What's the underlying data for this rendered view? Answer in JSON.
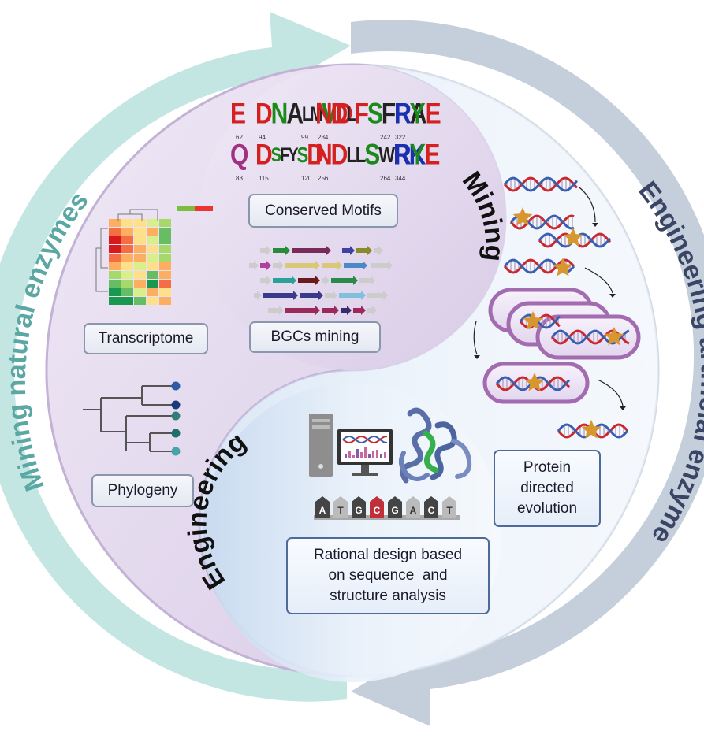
{
  "outer_labels": {
    "left": "Mining natural enzymes",
    "right": "Engineering artificial enzyme"
  },
  "inner_labels": {
    "mining": "Mining",
    "engineering": "Engineering"
  },
  "boxes": {
    "conserved_motifs": "Conserved Motifs",
    "transcriptome": "Transcriptome",
    "bgcs_mining": "BGCs mining",
    "phylogeny": "Phylogeny",
    "protein_evolution": [
      "Protein",
      "directed",
      "evolution"
    ],
    "rational_design": [
      "Rational design based",
      "on sequence  and",
      "structure analysis"
    ]
  },
  "motif_logo": {
    "row1_numbers": [
      "62",
      "94",
      "99",
      "234",
      "242",
      "322"
    ],
    "row2_numbers": [
      "83",
      "115",
      "120",
      "256",
      "264",
      "344"
    ]
  },
  "sequence_strip": [
    "A",
    "T",
    "G",
    "C",
    "G",
    "A",
    "C",
    "T"
  ],
  "colors": {
    "teal_arrow": "#c3e6e3",
    "grey_arrow": "#c5cedb",
    "mining_text": "#5aa7a4",
    "engineering_text": "#3a4566",
    "yin_lavender": "#e7dff0",
    "yang_pale": "#e8f0f9"
  }
}
